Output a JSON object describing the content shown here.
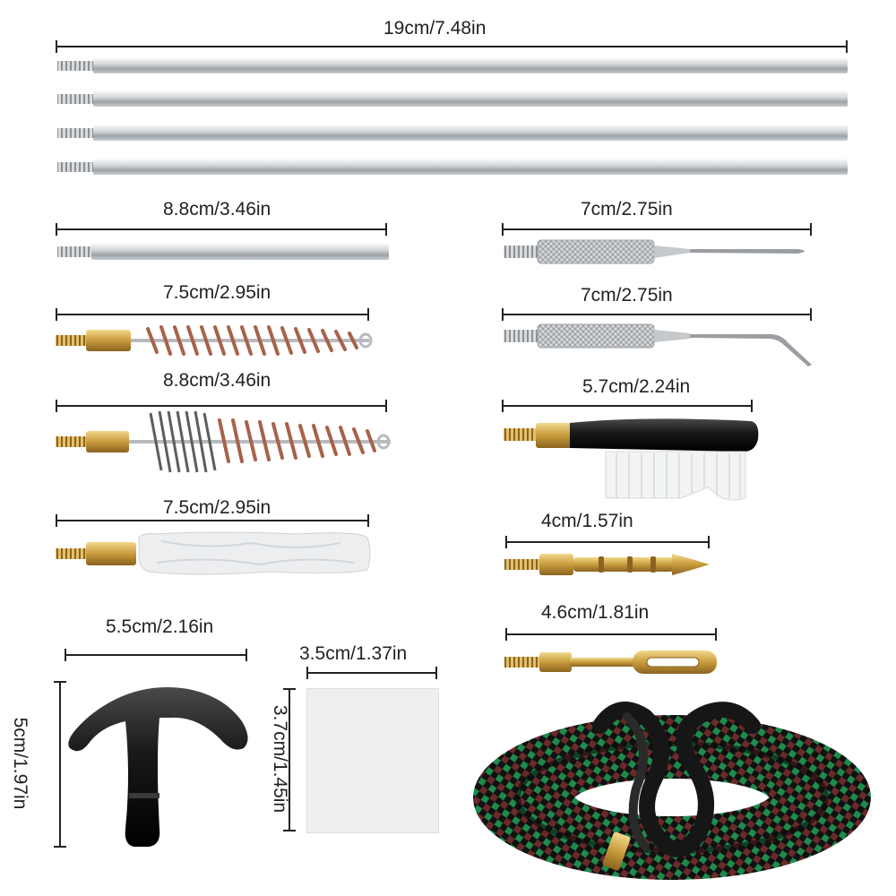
{
  "measurements": {
    "rod_long": "19cm/7.48in",
    "rod_short": "8.8cm/3.46in",
    "pick_flat": "7cm/2.75in",
    "pick_hook": "7cm/2.75in",
    "bronze_brush": "7.5cm/2.95in",
    "combo_brush": "8.8cm/3.46in",
    "nylon_brush": "5.7cm/2.24in",
    "mop": "7.5cm/2.95in",
    "jag": "4cm/1.57in",
    "slotted_tip": "4.6cm/1.81in",
    "t_handle_width": "5.5cm/2.16in",
    "t_handle_height": "5cm/1.97in",
    "patch_width": "3.5cm/1.37in",
    "patch_height": "3.7cm/1.45in"
  },
  "colors": {
    "rod": "#c9cdd0",
    "brass": "#c8a24a",
    "bronze": "#a8614a",
    "steel_wire": "#6d6d6d",
    "mop": "#eceef0",
    "handle": "#1c1c1c",
    "snake_green": "#1e8a4c",
    "snake_black": "#161616"
  }
}
